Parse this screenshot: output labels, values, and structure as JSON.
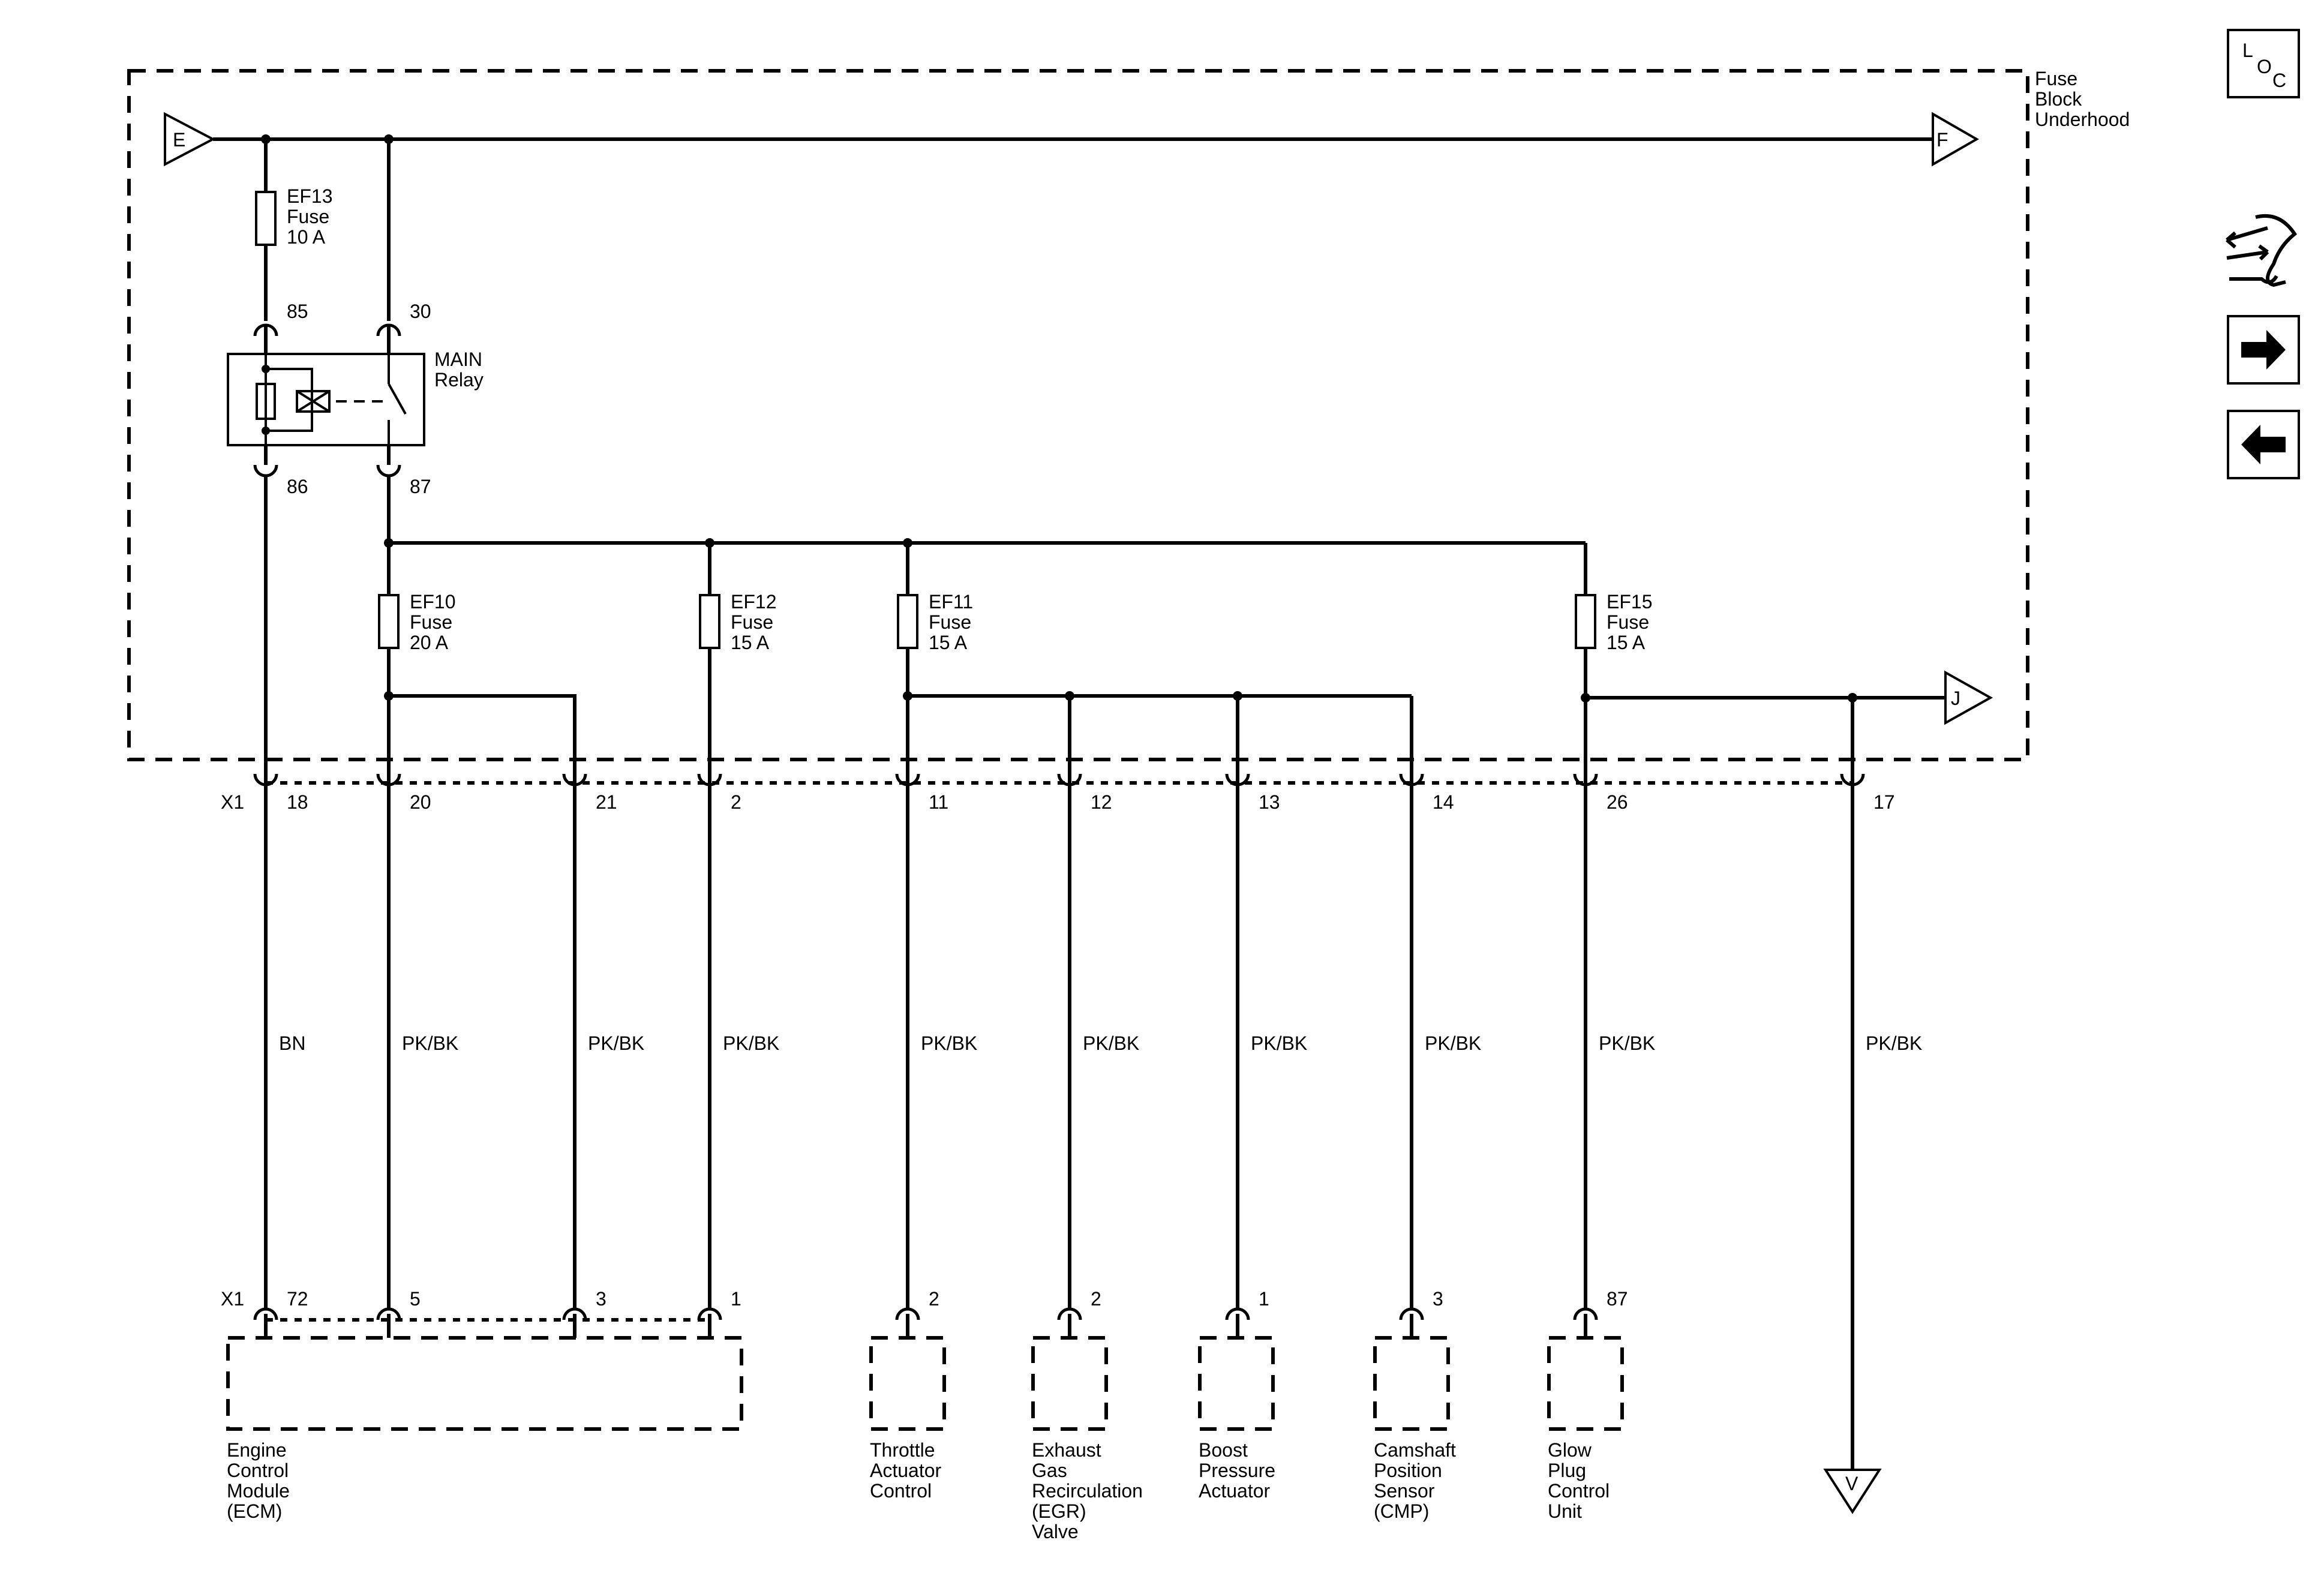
{
  "fuse_block": {
    "label_lines": [
      "Fuse",
      "Block",
      "Underhood"
    ]
  },
  "refs": {
    "e": "E",
    "f": "F",
    "j": "J",
    "v": "V"
  },
  "fuses": [
    {
      "lines": [
        "EF13",
        "Fuse",
        "10 A"
      ]
    },
    {
      "lines": [
        "EF10",
        "Fuse",
        "20 A"
      ]
    },
    {
      "lines": [
        "EF12",
        "Fuse",
        "15 A"
      ]
    },
    {
      "lines": [
        "EF11",
        "Fuse",
        "15 A"
      ]
    },
    {
      "lines": [
        "EF15",
        "Fuse",
        "15 A"
      ]
    }
  ],
  "relay": {
    "label_lines": [
      "MAIN",
      "Relay"
    ],
    "pins": [
      "85",
      "30",
      "86",
      "87"
    ]
  },
  "connector_top": {
    "name": "X1",
    "pins": [
      "18",
      "20",
      "21",
      "2",
      "11",
      "12",
      "13",
      "14",
      "26",
      "17"
    ]
  },
  "wire_colors": [
    "BN",
    "PK/BK",
    "PK/BK",
    "PK/BK",
    "PK/BK",
    "PK/BK",
    "PK/BK",
    "PK/BK",
    "PK/BK",
    "PK/BK"
  ],
  "ecm_connector": {
    "name": "X1",
    "pins": [
      "72",
      "5",
      "3",
      "1"
    ]
  },
  "components": [
    {
      "pin": "",
      "lines": [
        "Engine",
        "Control",
        "Module",
        "(ECM)"
      ]
    },
    {
      "pin": "2",
      "lines": [
        "Throttle",
        "Actuator",
        "Control"
      ]
    },
    {
      "pin": "2",
      "lines": [
        "Exhaust",
        "Gas",
        "Recirculation",
        "(EGR)",
        "Valve"
      ]
    },
    {
      "pin": "1",
      "lines": [
        "Boost",
        "Pressure",
        "Actuator"
      ]
    },
    {
      "pin": "3",
      "lines": [
        "Camshaft",
        "Position",
        "Sensor",
        "(CMP)"
      ]
    },
    {
      "pin": "87",
      "lines": [
        "Glow",
        "Plug",
        "Control",
        "Unit"
      ]
    }
  ],
  "side_buttons": {
    "loc": {
      "l": "L",
      "o": "O",
      "c": "C"
    },
    "icons": [
      "connector-tool-icon",
      "arrow-right-icon",
      "arrow-left-icon"
    ]
  }
}
